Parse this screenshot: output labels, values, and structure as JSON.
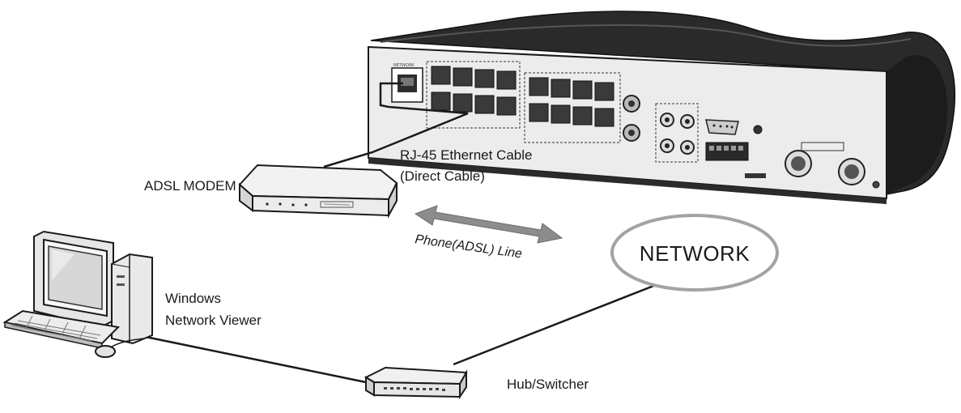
{
  "labels": {
    "rj45_cable_line1": "RJ-45 Ethernet Cable",
    "rj45_cable_line2": "(Direct Cable)",
    "adsl_modem": "ADSL MODEM",
    "phone_line": "Phone(ADSL) Line",
    "network": "NETWORK",
    "viewer_line1": "Windows",
    "viewer_line2": "Network Viewer",
    "hub_switcher": "Hub/Switcher"
  },
  "colors": {
    "outline": "#1a1a1a",
    "device_body": "#f2f2f2",
    "device_dark": "#262626",
    "panel": "#e8e8e8",
    "arrow": "#8c8c8c"
  },
  "icons": [
    "dvr-device",
    "adsl-modem",
    "desktop-computer",
    "network-hub",
    "double-arrow",
    "network-cloud"
  ]
}
